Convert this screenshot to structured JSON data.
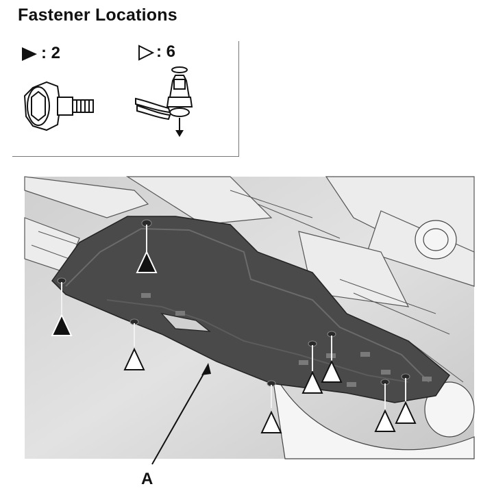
{
  "title": "Fastener Locations",
  "legend": [
    {
      "symbol": "filled-triangle",
      "text": "▶ : 2",
      "count_label": ": 2"
    },
    {
      "symbol": "hollow-triangle",
      "text": "▷ : 6",
      "count_label": ": 6"
    }
  ],
  "callout_label": "A",
  "colors": {
    "skid_plate": "#4a4a4a",
    "background": "#d9d9d9",
    "outline": "#222222"
  }
}
